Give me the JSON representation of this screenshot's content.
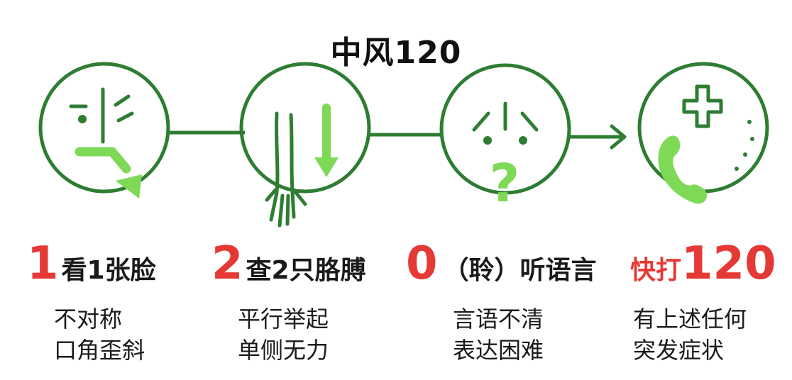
{
  "title": "中风120",
  "colors": {
    "dark_green": "#2e7d32",
    "light_green": "#7ed957",
    "red": "#e53935"
  },
  "steps": [
    {
      "icon": "face-asymmetry-icon",
      "num": "1",
      "label": "看1张脸",
      "desc": [
        "不对称",
        "口角歪斜"
      ]
    },
    {
      "icon": "arm-drop-icon",
      "num": "2",
      "label": "查2只胳膊",
      "desc": [
        "平行举起",
        "单侧无力"
      ]
    },
    {
      "icon": "speech-question-icon",
      "num": "0",
      "label": "（聆）听语言",
      "desc": [
        "言语不清",
        "表达困难"
      ]
    },
    {
      "icon": "phone-medical-icon",
      "prefix": "快打",
      "num": "120",
      "desc": [
        "有上述任何",
        "突发症状"
      ]
    }
  ]
}
